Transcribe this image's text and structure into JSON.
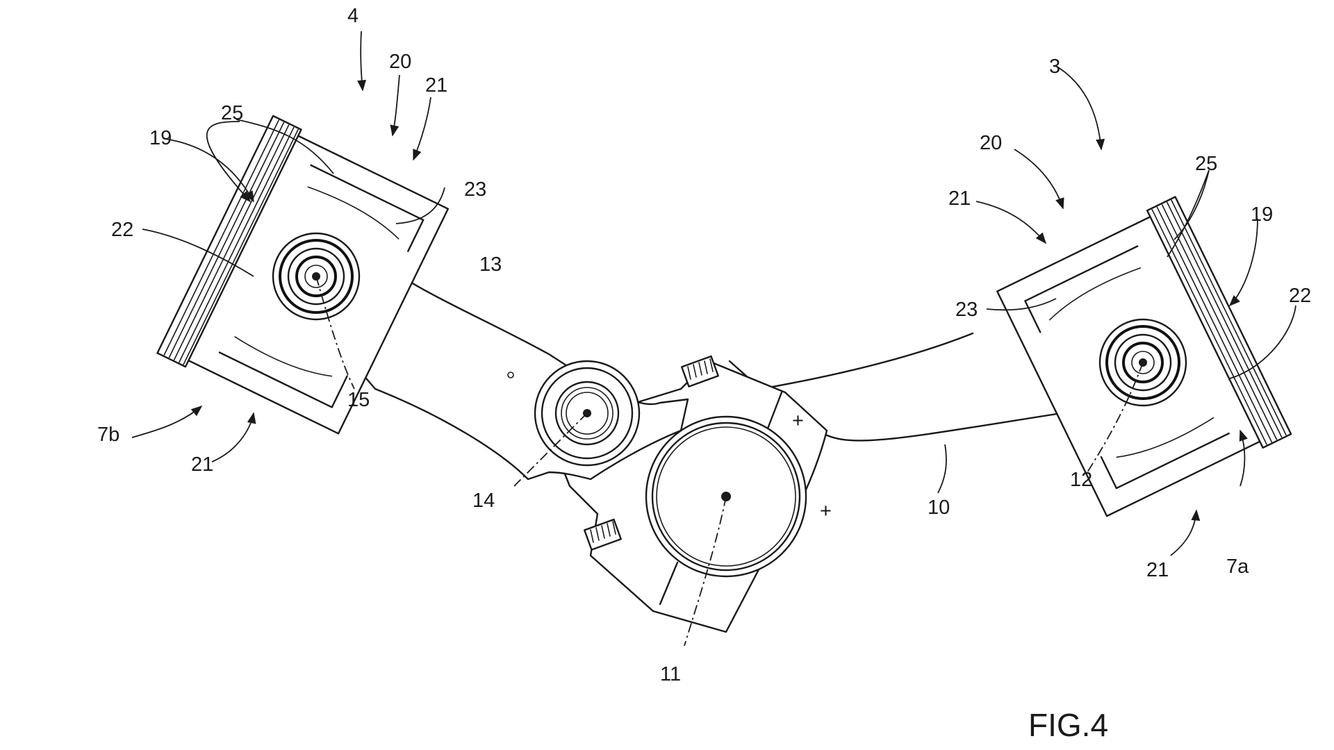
{
  "figure": {
    "label": "FIG.4",
    "references": {
      "r3": "3",
      "r4": "4",
      "r7a": "7a",
      "r7b": "7b",
      "r10": "10",
      "r11": "11",
      "r12": "12",
      "r13": "13",
      "r14": "14",
      "r15": "15",
      "r19_left": "19",
      "r19_right": "19",
      "r20_left": "20",
      "r20_right": "20",
      "r21_left_top": "21",
      "r21_left_bottom": "21",
      "r21_right_top": "21",
      "r21_right_bottom": "21",
      "r22_left": "22",
      "r22_right": "22",
      "r23_left": "23",
      "r23_right": "23",
      "r25_left": "25",
      "r25_right": "25"
    }
  }
}
